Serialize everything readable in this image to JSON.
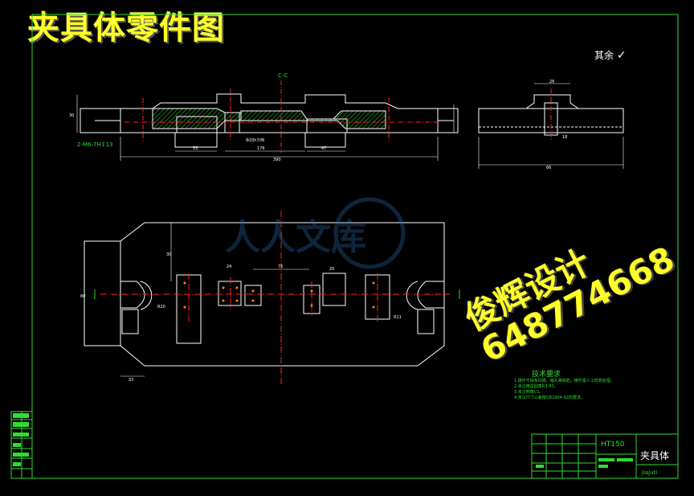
{
  "drawing": {
    "title": "夹具体零件图",
    "roughness_note": "其余",
    "section_label": "C-C",
    "thread_note": "2-M6-7H↧13",
    "tech_requirements": {
      "title": "技术要求",
      "lines": [
        "1.铸件不得有砂眼、缩孔等缺陷，铸件需人工时效处理。",
        "2.未注铸造圆角R3-R5。",
        "3.未注倒角C1。",
        "4.未注尺寸公差按GB1804-92的要求。"
      ]
    },
    "material": "HT150",
    "part_name": "夹具体",
    "part_pinyin": "jiajuti",
    "watermark_logo": "人人文库",
    "watermark_text_lines": [
      "俊辉设计",
      "648774668"
    ],
    "dimensions": {
      "overall_length": "390",
      "left_segment": "53",
      "bore": "Φ20h7/f6",
      "right_segment": "47",
      "center_span": "176",
      "height_left": "30",
      "side_width": "66",
      "side_height": "18",
      "top_width": "26",
      "plan_height": "80",
      "plan_width": "75",
      "plan_offset": "24",
      "plan_small": "20",
      "radius_r20": "R20",
      "radius_r11": "R11",
      "plan_bottom": "33",
      "height_30": "30"
    }
  },
  "colors": {
    "line": "#ffffff",
    "dim": "#2fdc2f",
    "center": "#ff2222",
    "hatch": "#2fdc2f",
    "title_text": "#ffff2a",
    "frame": "#2fdc2f"
  }
}
